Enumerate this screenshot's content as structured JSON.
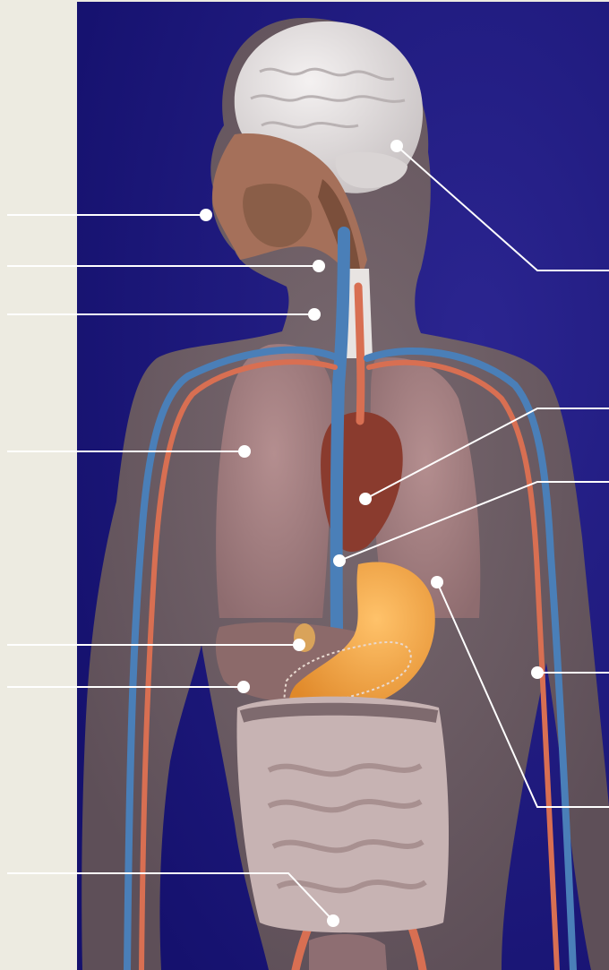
{
  "diagram": {
    "title": "",
    "colors": {
      "page_margin": "#EDEBE1",
      "background_dark": "#15116E",
      "background_light": "#2B2590",
      "body_silhouette": "#6E5E66",
      "brain": "#E6E2E2",
      "lung": "#A88384",
      "heart": "#8A3B2E",
      "stomach": "#F2A040",
      "intestine": "#C7B3B3",
      "vein": "#4A7FB8",
      "artery": "#D86F52",
      "throat": "#9A6B54",
      "leader_line": "#FFFFFF",
      "marker_dot": "#FFFFFF"
    },
    "labels": [
      {
        "id": "mouth-nose",
        "text": ""
      },
      {
        "id": "pharynx",
        "text": ""
      },
      {
        "id": "neck-vein",
        "text": ""
      },
      {
        "id": "lung",
        "text": ""
      },
      {
        "id": "gallbladder",
        "text": ""
      },
      {
        "id": "liver",
        "text": ""
      },
      {
        "id": "bladder",
        "text": ""
      },
      {
        "id": "brain",
        "text": ""
      },
      {
        "id": "heart",
        "text": ""
      },
      {
        "id": "aorta",
        "text": ""
      },
      {
        "id": "arm-artery",
        "text": ""
      },
      {
        "id": "stomach",
        "text": ""
      }
    ]
  }
}
